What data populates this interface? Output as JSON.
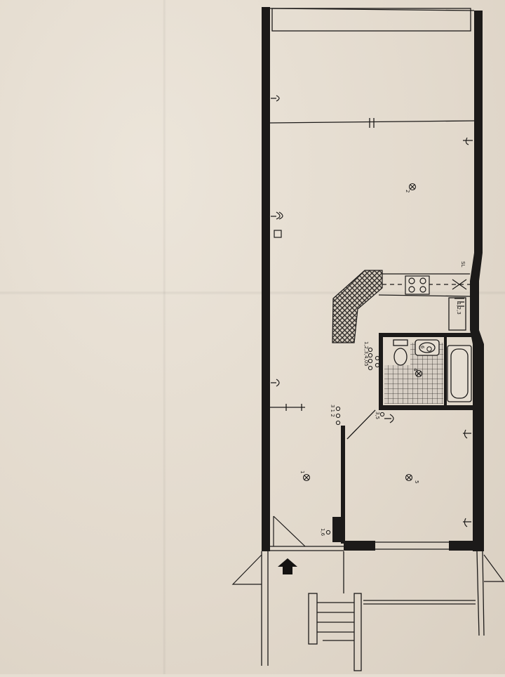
{
  "plan": {
    "paper_color": "#e6ded2",
    "ink_color": "#1c1a19",
    "tile_color": "#d6cec4"
  },
  "room_numbers": {
    "room_2": "2",
    "room_1": "1",
    "room_5": "5",
    "bath": "4"
  },
  "switch_labels": {
    "kitchen": "1,2,3",
    "entry_cluster": "3 1 2",
    "hall_pair": "3,5",
    "bath_cluster": "1,2,3,4,05",
    "bath_fixture": "6",
    "entry_door": "1,6",
    "outlet_mark": "SL"
  },
  "icons": {
    "entrance": "arrow-up-icon",
    "ceiling_light": "light-cross-icon",
    "wall_socket": "socket-icon"
  }
}
